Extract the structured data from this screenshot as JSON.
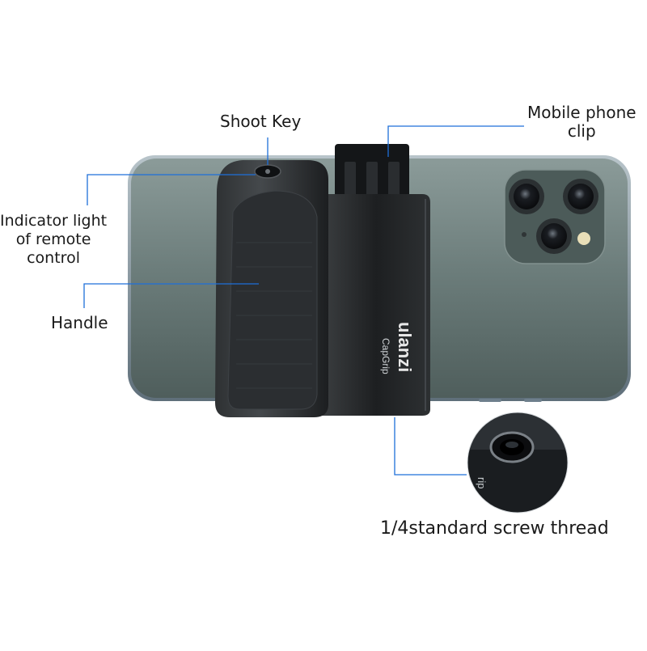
{
  "labels": {
    "shoot_key": "Shoot Key",
    "mobile_clip_line1": "Mobile phone",
    "mobile_clip_line2": "clip",
    "indicator_line1": "Indicator light",
    "indicator_line2": "of remote",
    "indicator_line3": "control",
    "handle": "Handle",
    "screw_thread": "1/4standard screw thread"
  },
  "product": {
    "brand": "ulanzi",
    "model": "CapGrip",
    "detail_text": "rip"
  },
  "colors": {
    "callout_line": "#1e6fd9",
    "phone_body": "#6c7d7b",
    "grip_body": "#232527",
    "label_text": "#1a1a1a"
  }
}
